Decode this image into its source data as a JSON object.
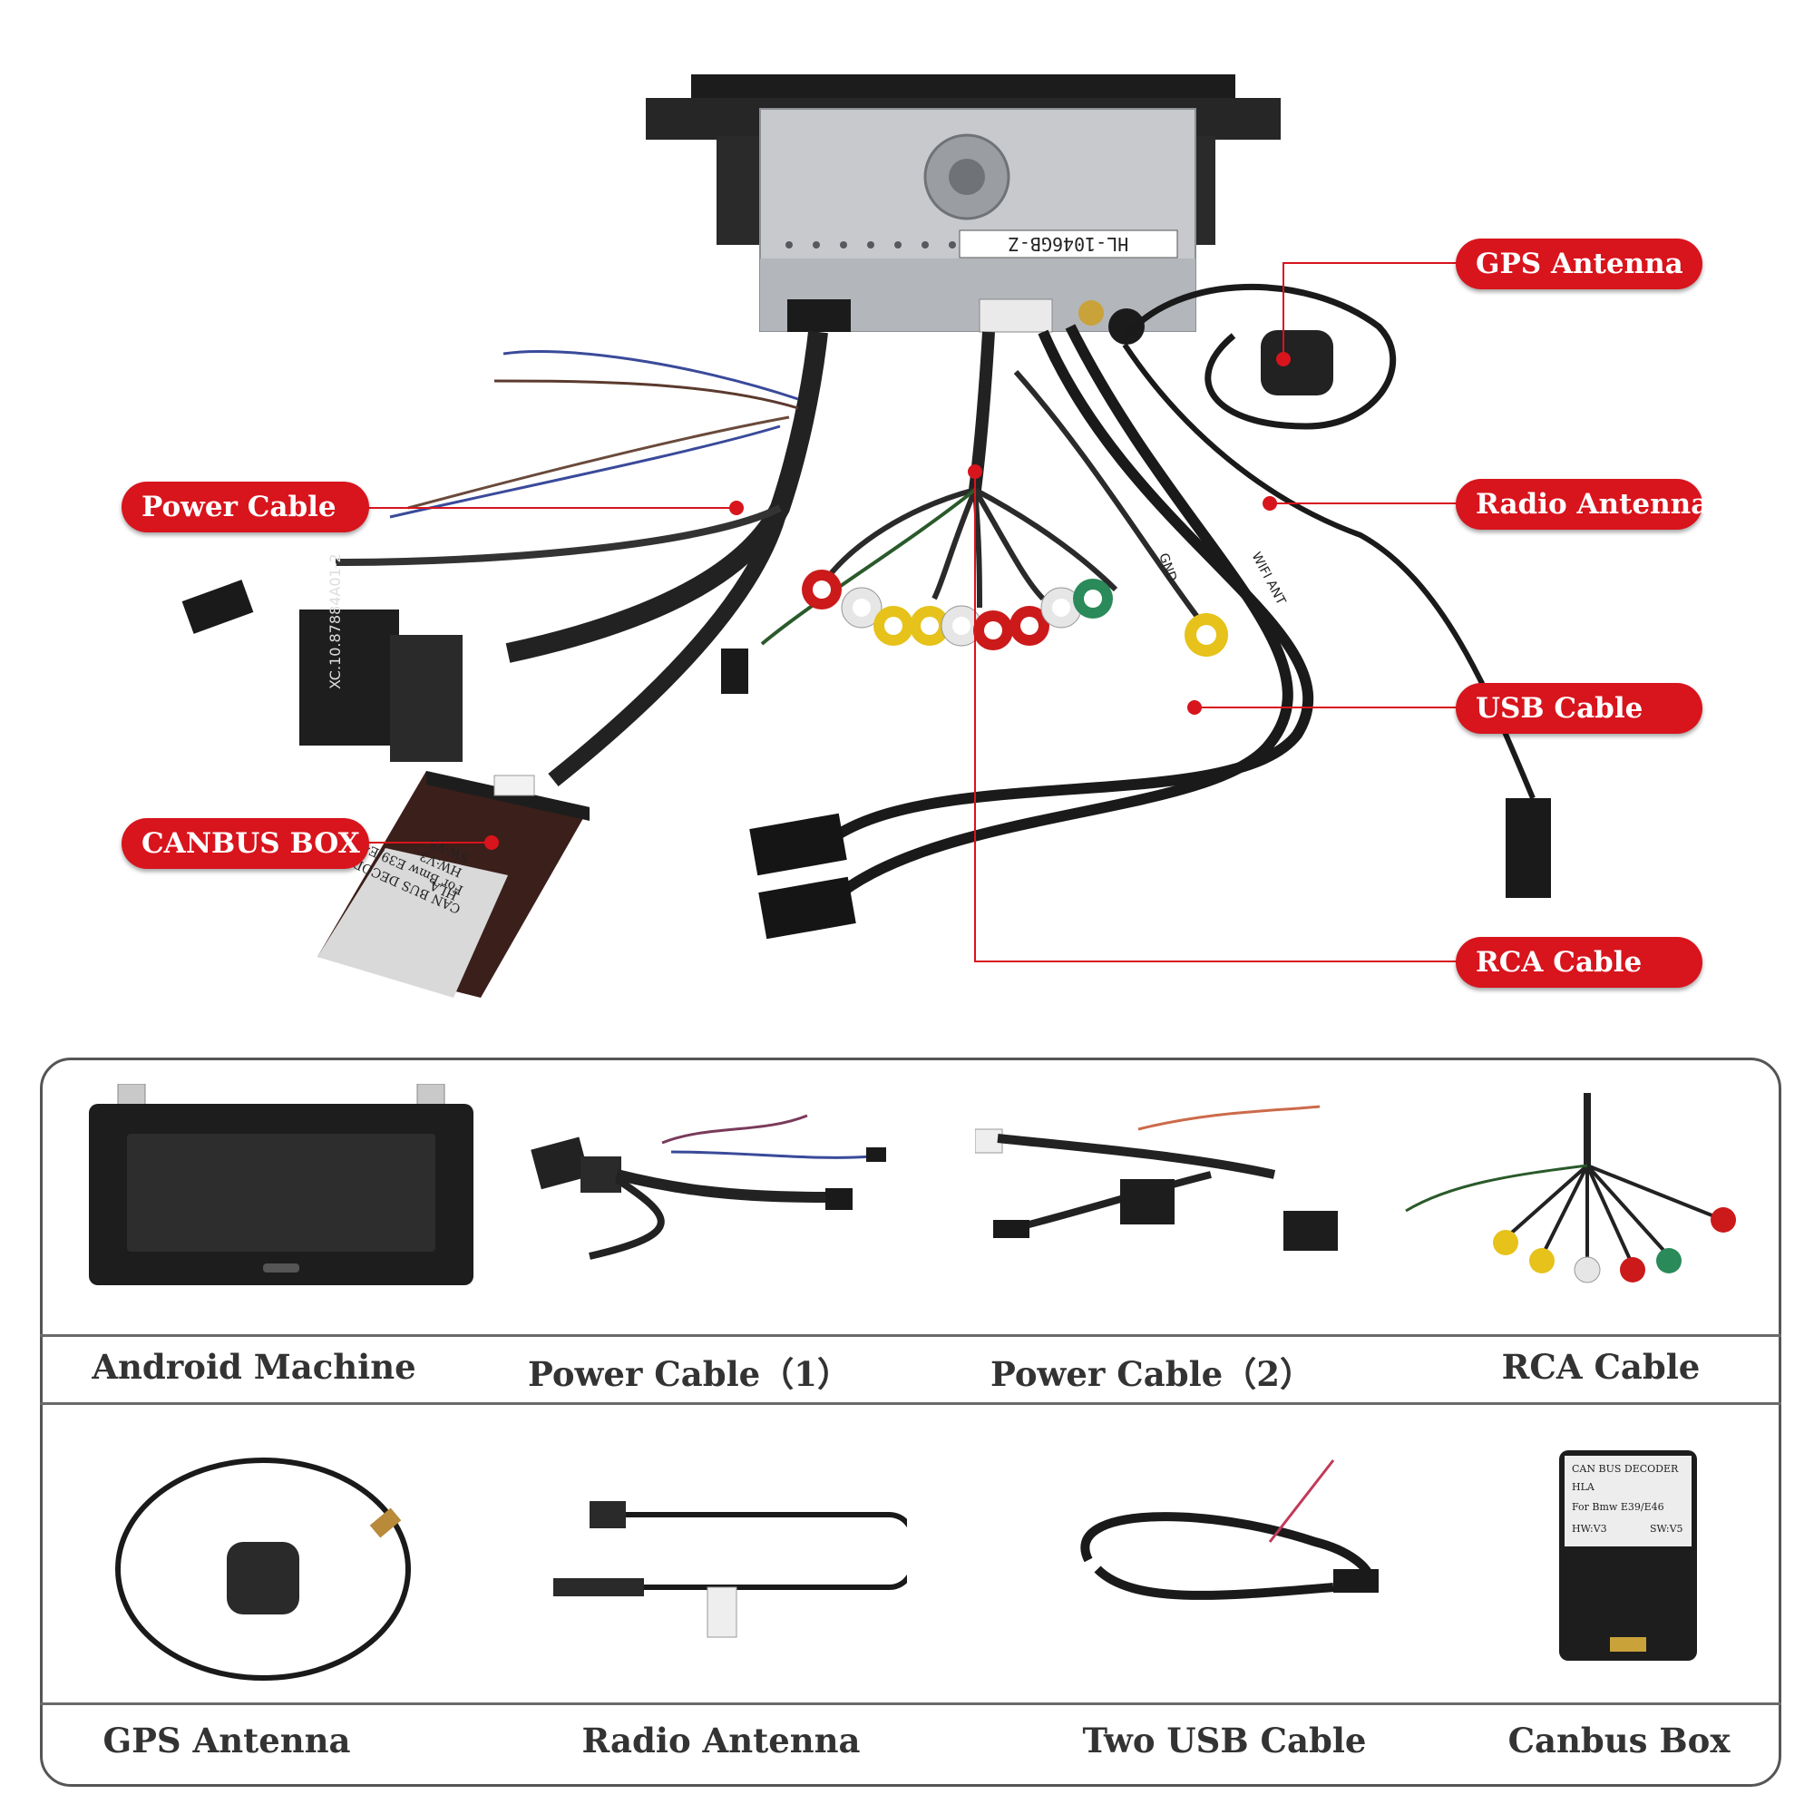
{
  "callouts": {
    "gps_antenna": "GPS Antenna",
    "power_cable": "Power Cable",
    "radio_antenna": "Radio Antenna",
    "usb_cable": "USB Cable",
    "canbus_box": "CANBUS  BOX",
    "rca_cable": "RCA Cable"
  },
  "unit": {
    "model_label": "HL-1046GB-Z",
    "connector_tag": "XC.10.87884A01-2"
  },
  "canbus_label": {
    "line1": "CAN BUS DECODER",
    "line2": "HLA",
    "line3": "For   Bmw  E39/E46",
    "line4": "HW:V3",
    "line5": "SW:V5"
  },
  "wire_tags": {
    "wifi": "WIFI ANT",
    "gnd": "GND"
  },
  "accessories": {
    "row1": [
      {
        "label": "Android Machine",
        "icon": "android-machine"
      },
      {
        "label": "Power Cable（1）",
        "icon": "power-cable-1"
      },
      {
        "label": "Power Cable（2）",
        "icon": "power-cable-2"
      },
      {
        "label": "RCA Cable",
        "icon": "rca-cable"
      }
    ],
    "row2": [
      {
        "label": "GPS Antenna",
        "icon": "gps-antenna"
      },
      {
        "label": "Radio Antenna",
        "icon": "radio-antenna"
      },
      {
        "label": "Two USB Cable",
        "icon": "usb-cable"
      },
      {
        "label": "Canbus Box",
        "icon": "canbus-box"
      }
    ]
  },
  "colors": {
    "callout_red": "#d8141d",
    "panel_border": "#555555",
    "caption_text": "#333333"
  }
}
